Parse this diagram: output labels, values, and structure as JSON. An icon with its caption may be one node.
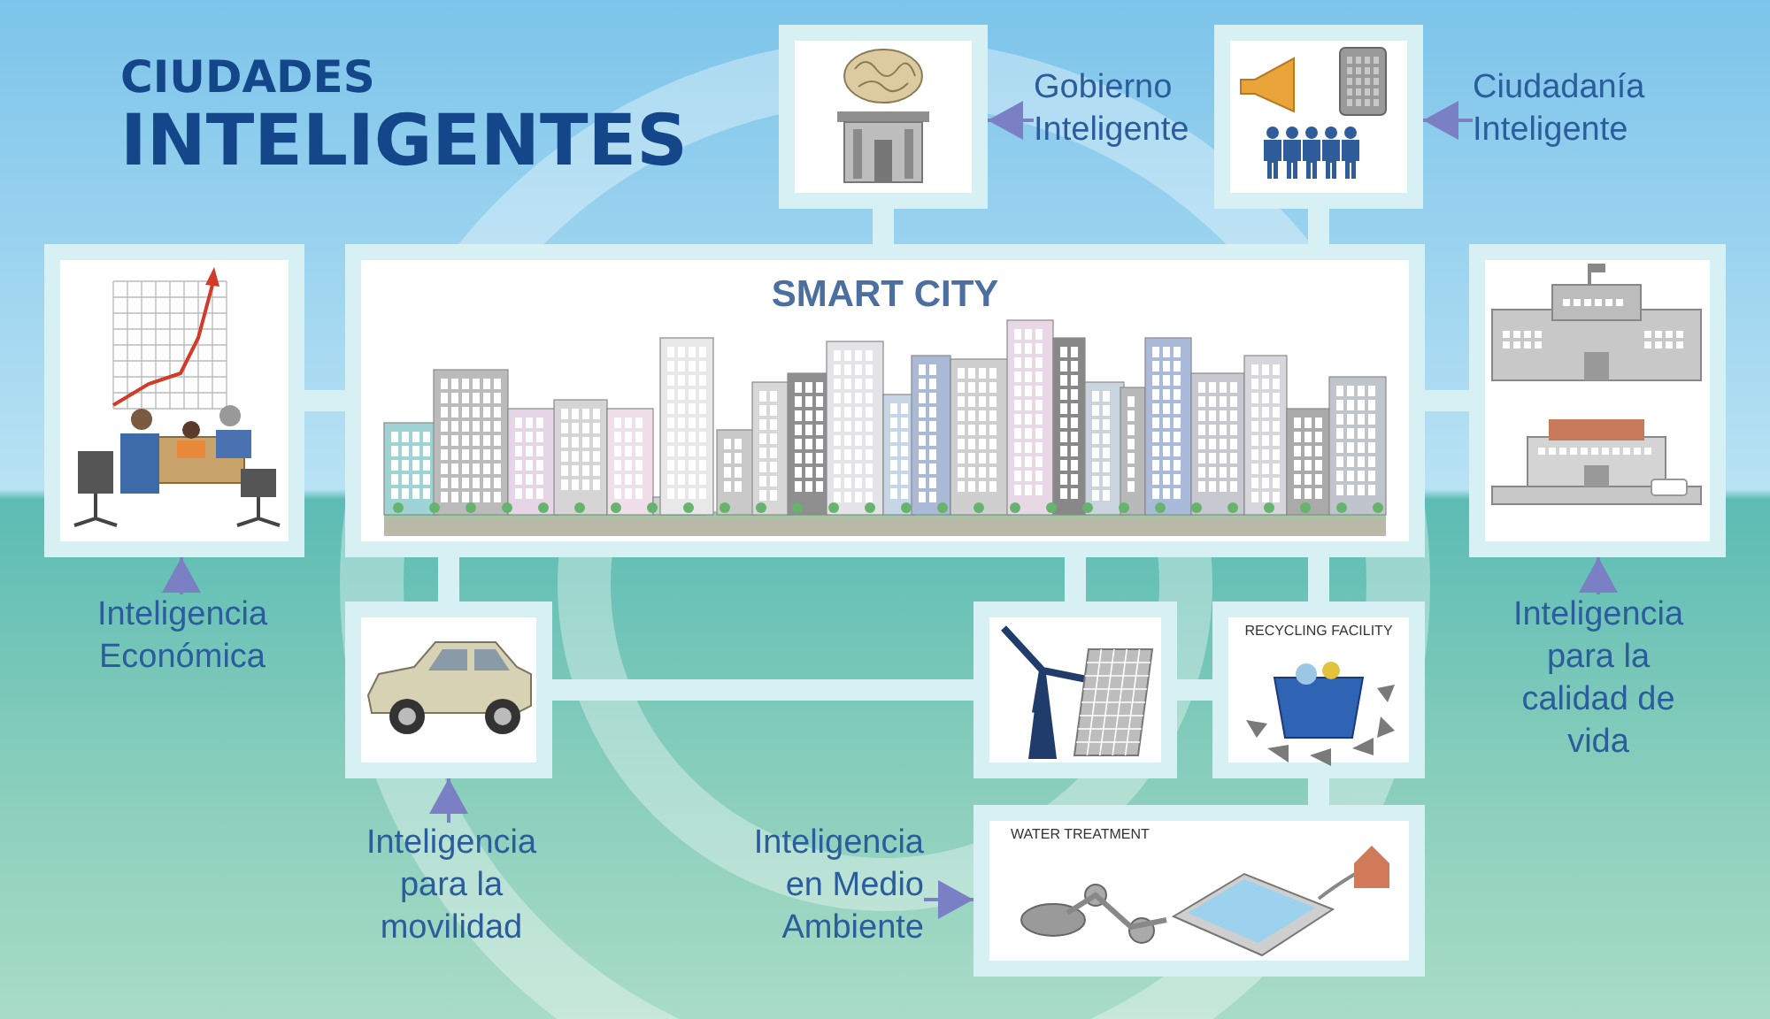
{
  "diagram": {
    "title": "CIUDADES INTELIGENTES",
    "nodes": [
      {
        "text": [],
        "shape": "picture"
      },
      {
        "text": [
          "Gobierno Inteligente"
        ]
      },
      {
        "text": [],
        "shape": "picture"
      },
      {
        "text": [
          "Ciudadanía Inteligente"
        ]
      },
      {
        "text": [],
        "shape": "picture"
      },
      {
        "text": [
          "SMART CITY"
        ]
      },
      {
        "text": [],
        "shape": "picture"
      },
      {
        "text": [
          "Inteligencia Económica"
        ]
      },
      {
        "text": [],
        "shape": "picture"
      },
      {
        "text": [],
        "shape": "picture"
      },
      {
        "text": [
          "RECYCLING FACILITY"
        ]
      },
      {
        "text": [
          "Inteligencia para la calidad de vida"
        ]
      },
      {
        "text": [
          "Inteligencia para la movilidad"
        ]
      },
      {
        "text": [
          "Inteligencia en Medio Ambiente"
        ]
      },
      {
        "text": [
          "WATER TREATMENT"
        ]
      }
    ],
    "edges": [
      {
        "from": 1,
        "to": 0,
        "arrow": "to",
        "color": "#7b80c4"
      },
      {
        "from": 3,
        "to": 2,
        "arrow": "to",
        "color": "#7b80c4"
      },
      {
        "from": 7,
        "to": 4,
        "arrow": "to",
        "color": "#7b80c4"
      },
      {
        "from": 11,
        "to": 6,
        "arrow": "to",
        "color": "#7b80c4"
      },
      {
        "from": 12,
        "to": 8,
        "arrow": "to",
        "color": "#7b80c4"
      },
      {
        "from": 13,
        "to": 14,
        "arrow": "to",
        "color": "#7b80c4"
      },
      {
        "from": 0,
        "to": 5,
        "arrow": "none"
      },
      {
        "from": 2,
        "to": 5,
        "arrow": "none"
      },
      {
        "from": 4,
        "to": 5,
        "arrow": "none"
      },
      {
        "from": 5,
        "to": 6,
        "arrow": "none"
      },
      {
        "from": 5,
        "to": 8,
        "arrow": "none"
      },
      {
        "from": 5,
        "to": 9,
        "arrow": "none"
      },
      {
        "from": 5,
        "to": 10,
        "arrow": "none"
      },
      {
        "from": 8,
        "to": 9,
        "arrow": "none"
      },
      {
        "from": 9,
        "to": 10,
        "arrow": "none"
      },
      {
        "from": 10,
        "to": 14,
        "arrow": "none"
      }
    ]
  }
}
